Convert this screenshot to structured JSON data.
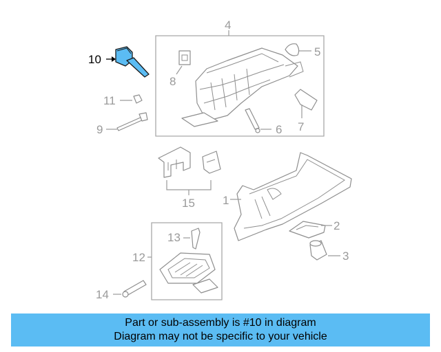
{
  "callouts": {
    "c1": "1",
    "c2": "2",
    "c3": "3",
    "c4": "4",
    "c5": "5",
    "c6": "6",
    "c7": "7",
    "c8": "8",
    "c9": "9",
    "c10": "10",
    "c11": "11",
    "c12": "12",
    "c13": "13",
    "c14": "14",
    "c15": "15"
  },
  "highlighted_part": "10",
  "colors": {
    "highlight_part": "#5bbcf3",
    "banner": "#5bbcf3",
    "line_art": "#9a9a9a"
  },
  "banner": {
    "line1": "Part or sub-assembly is #10 in diagram",
    "line2": "Diagram may not be specific to your vehicle"
  }
}
